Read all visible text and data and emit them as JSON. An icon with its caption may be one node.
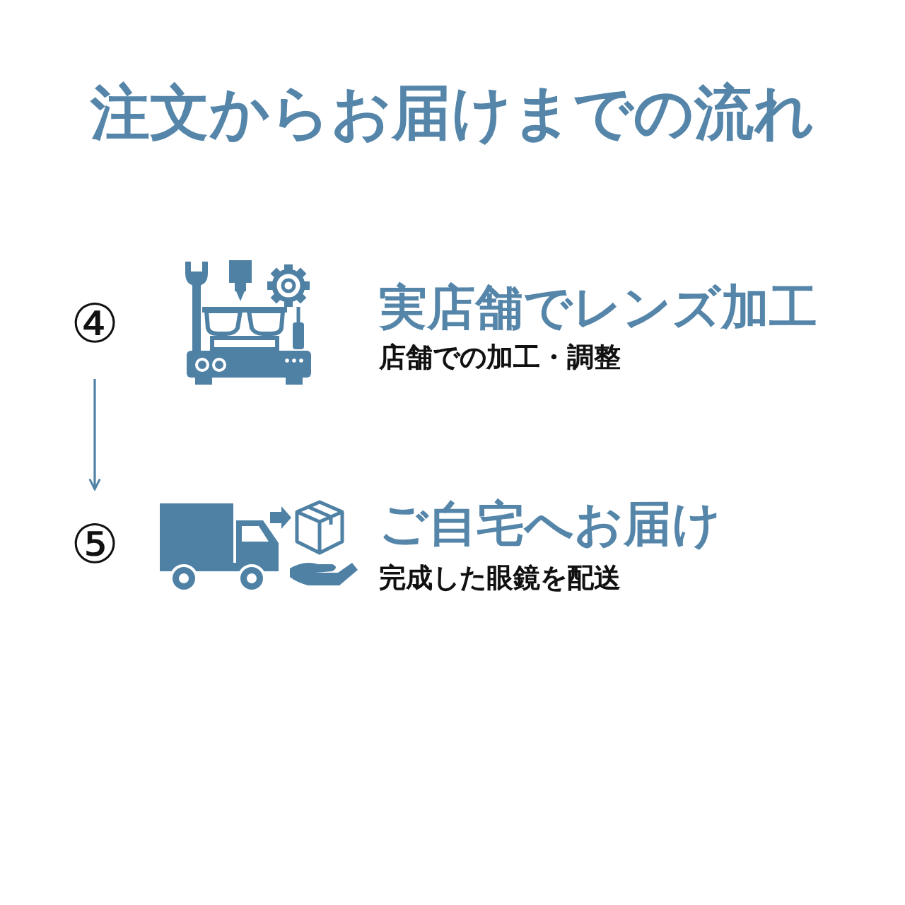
{
  "diagram": {
    "title": "注文からお届けまでの流れ",
    "nodes": [
      {
        "text": [
          "④"
        ],
        "beside": [
          "実店舗でレンズ加工",
          "店舗での加工・調整"
        ]
      },
      {
        "text": [
          "⑤"
        ],
        "beside": [
          "ご自宅へお届け",
          "完成した眼鏡を配送"
        ]
      }
    ],
    "edges": [
      {
        "from": 0,
        "to": 1,
        "arrow": "to"
      }
    ]
  }
}
